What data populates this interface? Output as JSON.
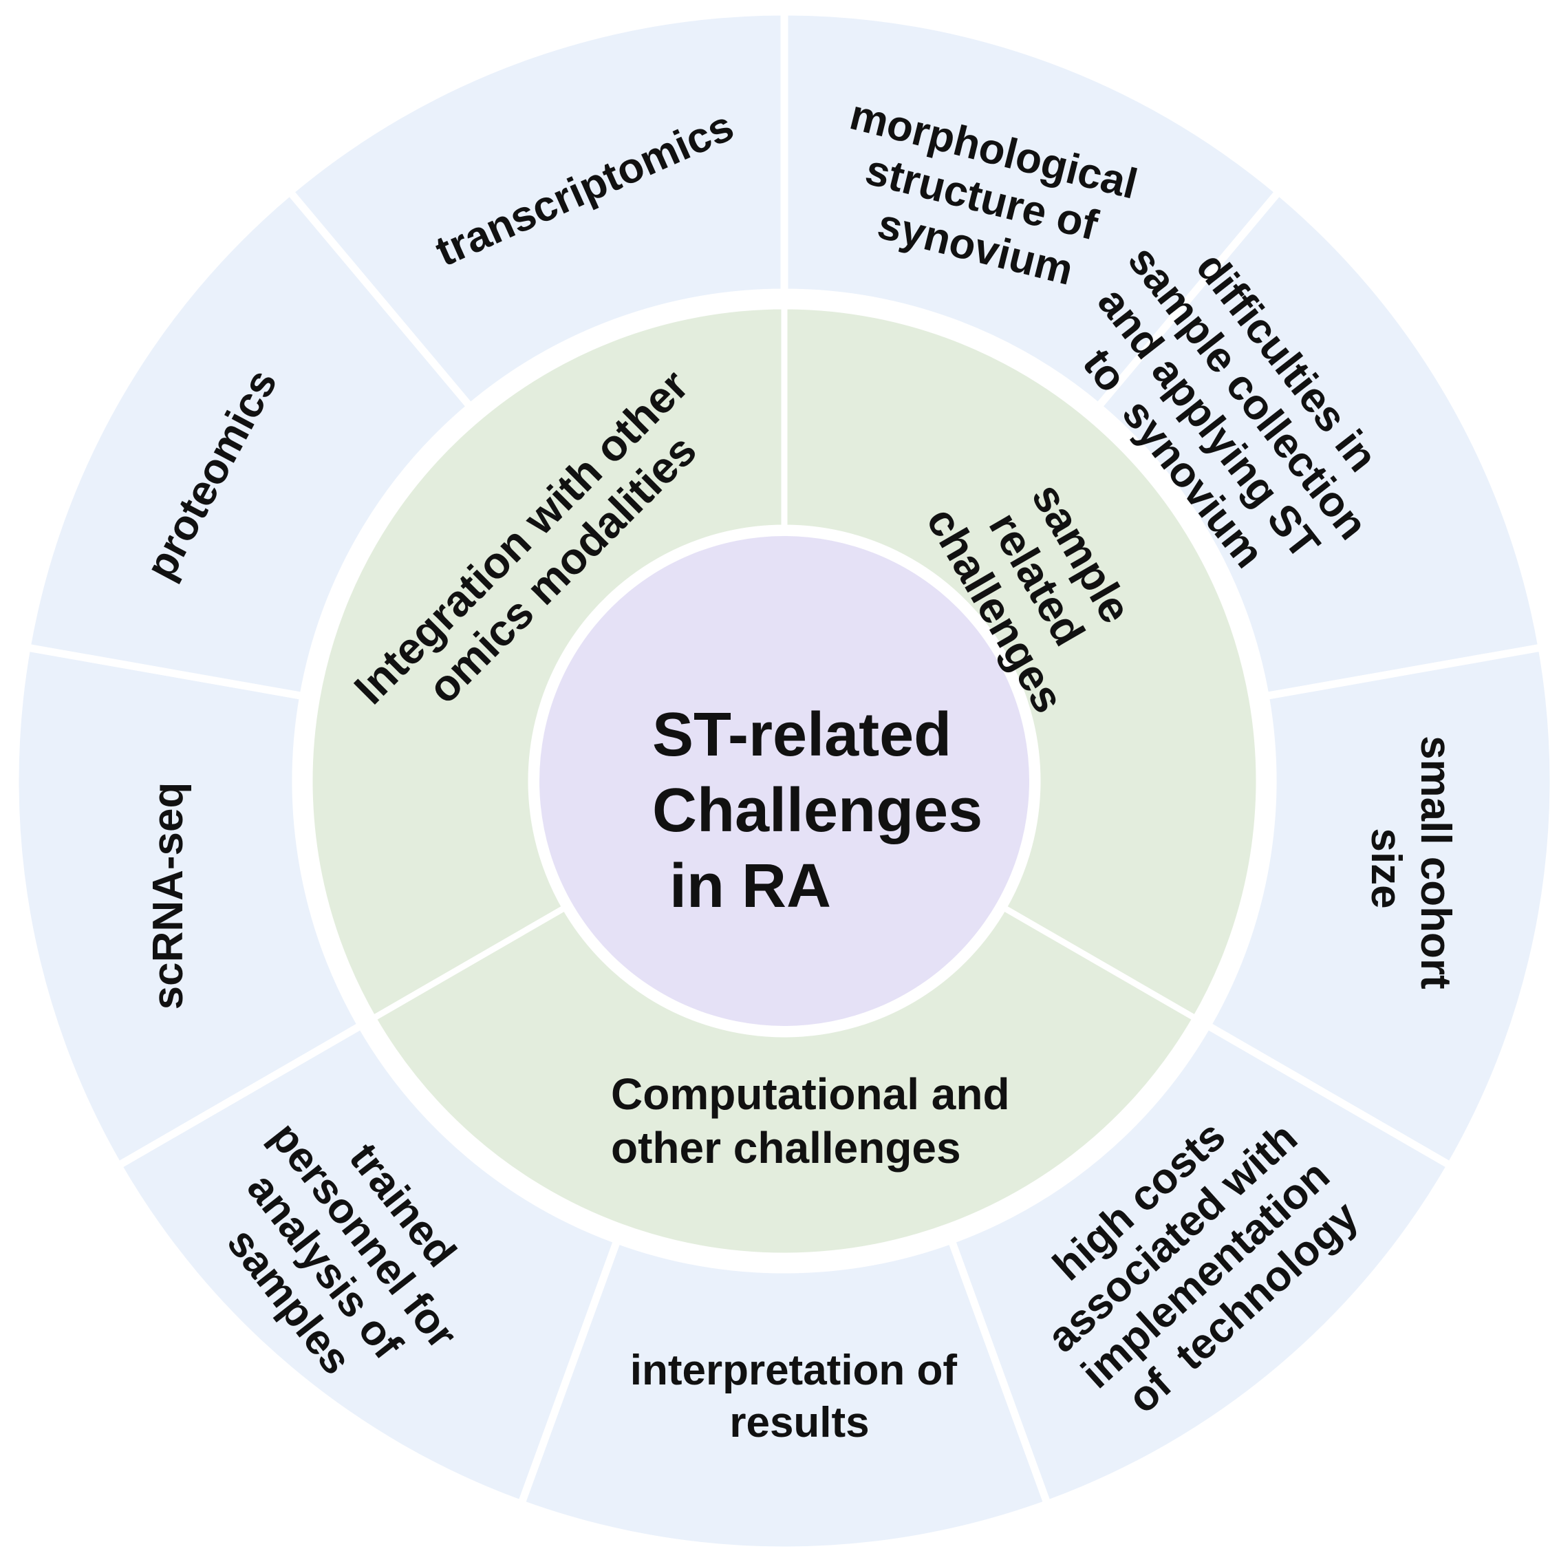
{
  "colors": {
    "outer_ring": "#eaf1fb",
    "middle_ring": "#e3eddd",
    "center": "#e5e1f6",
    "divider": "#ffffff",
    "text": "#111111"
  },
  "center": {
    "lines": [
      "ST-related",
      "Challenges",
      " in RA"
    ]
  },
  "categories": [
    {
      "label_lines": [
        "Integration with other",
        "omics modalities"
      ]
    },
    {
      "label_lines": [
        "sample",
        "related",
        "challenges"
      ]
    },
    {
      "label_lines": [
        "Computational and",
        "other challenges"
      ]
    }
  ],
  "items": [
    {
      "label_lines": [
        "transcriptomics"
      ]
    },
    {
      "label_lines": [
        "morphological",
        "structure of",
        "synovium"
      ]
    },
    {
      "label_lines": [
        "difficulties in",
        "sample collection",
        "and applying ST",
        "to  synovium"
      ]
    },
    {
      "label_lines": [
        "small cohort",
        "size"
      ]
    },
    {
      "label_lines": [
        "high costs",
        "associated with",
        "implementation",
        "of  technology"
      ]
    },
    {
      "label_lines": [
        "interpretation of",
        "results"
      ]
    },
    {
      "label_lines": [
        "trained",
        "personnel for",
        "analysis of",
        "samples"
      ]
    },
    {
      "label_lines": [
        "scRNA-seq"
      ]
    },
    {
      "label_lines": [
        "proteomics"
      ]
    }
  ]
}
